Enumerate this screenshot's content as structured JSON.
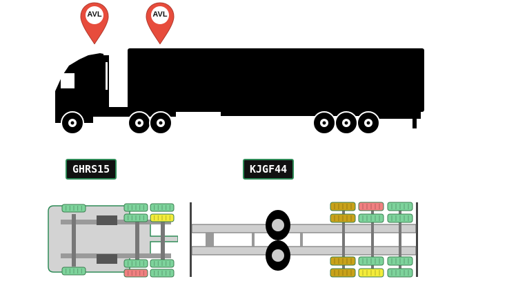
{
  "markers": [
    {
      "label": "AVL",
      "color": "#e74c3c"
    },
    {
      "label": "AVL",
      "color": "#e74c3c"
    }
  ],
  "plates": {
    "tractor": "GHRS15",
    "trailer": "KJGF44"
  },
  "tire_status_colors": {
    "ok": "#7dd39b",
    "warning": "#f3ec3a",
    "alert": "#f08080",
    "worn": "#c8a21a"
  },
  "tractor_tires": {
    "steer_left": "ok",
    "steer_right": "ok",
    "drive1_left_outer": "ok",
    "drive1_left_inner": "ok",
    "drive1_right_inner": "ok",
    "drive1_right_outer": "alert",
    "drive2_left_outer": "ok",
    "drive2_left_inner": "warning",
    "drive2_right_inner": "ok",
    "drive2_right_outer": "ok"
  },
  "trailer_tires": {
    "axle1_left_outer": "worn",
    "axle1_left_inner": "worn",
    "axle1_right_inner": "worn",
    "axle1_right_outer": "worn",
    "axle2_left_outer": "alert",
    "axle2_left_inner": "ok",
    "axle2_right_inner": "ok",
    "axle2_right_outer": "warning",
    "axle3_left_outer": "ok",
    "axle3_left_inner": "ok",
    "axle3_right_inner": "ok",
    "axle3_right_outer": "ok"
  }
}
